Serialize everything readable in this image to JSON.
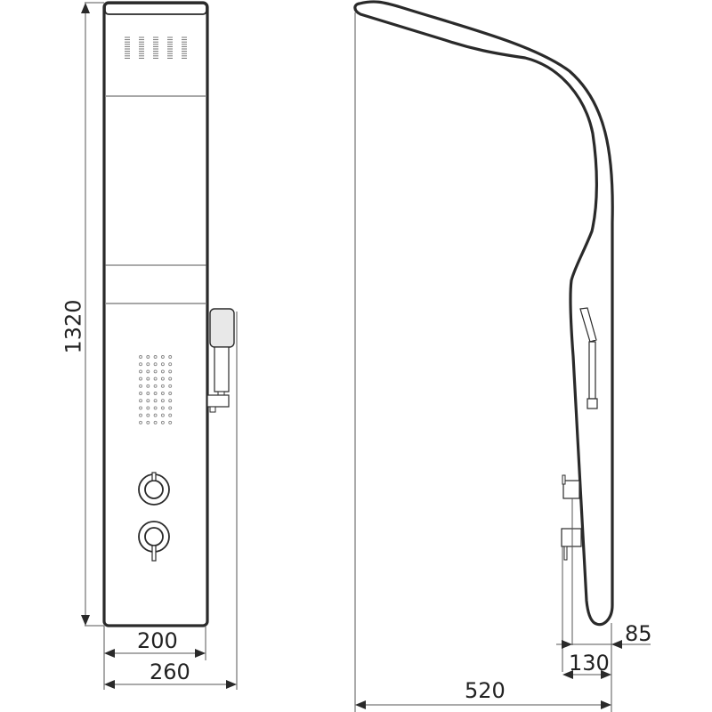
{
  "drawing": {
    "subject": "Shower panel technical drawing",
    "views": [
      "front",
      "side"
    ],
    "colors": {
      "outline": "#2a2a2a",
      "dimension_line": "#555555",
      "handset_fill": "#e8e8e8",
      "background": "#ffffff"
    }
  },
  "front_view": {
    "dimensions": {
      "height": "1320",
      "panel_width": "200",
      "overall_width": "260"
    },
    "components": {
      "top_rain_nozzle_columns": 5,
      "body_jet_grid": {
        "rows": 10,
        "cols": 5
      },
      "controls": [
        "diverter-knob",
        "thermostat-knob"
      ],
      "hand_shower": "hand-shower-on-holder"
    }
  },
  "side_view": {
    "dimensions": {
      "depth_overall": "520",
      "depth_with_controls": "130",
      "panel_depth": "85"
    }
  }
}
